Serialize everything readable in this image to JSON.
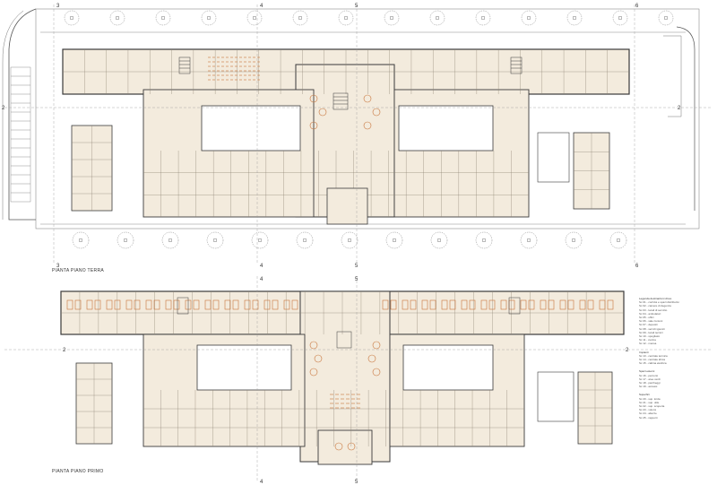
{
  "labels": {
    "ground_floor": "PIANTA PIANO TERRA",
    "first_floor": "PIANTA PIANO PRIMO"
  },
  "section_markers": [
    "3",
    "4",
    "5",
    "6",
    "2"
  ],
  "colors": {
    "paper": "#ffffff",
    "wall": "#3a3a3a",
    "room_fill": "#f3ebdd",
    "furniture": "#c8743a",
    "grid": "#9a9a9a"
  },
  "icons": [
    "tree-icon",
    "stair-icon",
    "section-marker-icon",
    "furniture-icon"
  ],
  "legend": {
    "groups": [
      {
        "title": "Legenda destinazioni d'uso",
        "items": [
          "Sc 01 - corridoi e spazi distributivi",
          "Sc 02 - camere di degenza",
          "Sc 03 - locali di servizio",
          "Sc 04 - ambulatori",
          "Sc 05 - uffici",
          "Sc 06 - sale riunioni",
          "Sc 07 - depositi",
          "Sc 08 - servizi igienici",
          "Sc 09 - locali tecnici",
          "Sc 10 - spogliatoi",
          "Sc 11 - cucina",
          "Sc 12 - mensa"
        ]
      },
      {
        "title": "Impianti",
        "items": [
          "Sc 13 - centrale termica",
          "Sc 14 - centrale idrica",
          "Sc 15 - cabina elettrica"
        ]
      },
      {
        "title": "Spazi esterni",
        "items": [
          "Sc 16 - percorsi",
          "Sc 17 - aree verdi",
          "Sc 18 - parcheggi",
          "Sc 19 - accessi"
        ]
      },
      {
        "title": "Superfici",
        "items": [
          "Sc 20 - sup. lorda",
          "Sc 21 - sup. utile",
          "Sc 22 - sup. scoperta",
          "Sc 23 - volumi",
          "Sc 24 - altezze",
          "Sc 25 - rapporti"
        ]
      }
    ]
  }
}
